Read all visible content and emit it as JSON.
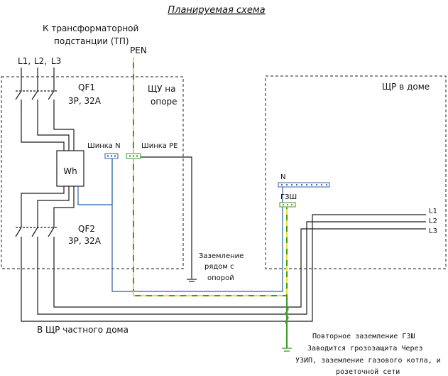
{
  "title": "Планируемая схема",
  "source": {
    "line1": "К трансформаторной",
    "line2": "подстанции (ТП)",
    "pen": "PEN"
  },
  "phases": {
    "l1": "L1,",
    "l2": "L2,",
    "l3": "L3"
  },
  "qf1": {
    "name": "QF1",
    "rating": "3P, 32A"
  },
  "qf2": {
    "name": "QF2",
    "rating": "3P, 32A"
  },
  "meter": "Wh",
  "pole_box": {
    "line1": "ЩУ на",
    "line2": "опоре"
  },
  "bus_n": "Шинка N",
  "bus_pe": "Шинка PE",
  "pole_ground": {
    "line1": "Заземление",
    "line2": "рядом с",
    "line3": "опорой"
  },
  "house_box": "ЩР в доме",
  "house_n": "N",
  "house_gzsh": "ГЗШ",
  "house_phases": [
    "L1",
    "L2",
    "L3"
  ],
  "bottom_label": "В ЩР частного дома",
  "note": {
    "line1": "Повторное заземление ГЗШ",
    "line2": "Заводится грозозащита Через",
    "line3": "УЗИП, заземление газового котла, и",
    "line4": "розеточной сети"
  },
  "colors": {
    "wire": "#1a1a1a",
    "neutral": "#2f5fa8",
    "pe_green": "#3a9a2a",
    "pe_yellow": "#e8e020",
    "box_border": "#222222"
  }
}
